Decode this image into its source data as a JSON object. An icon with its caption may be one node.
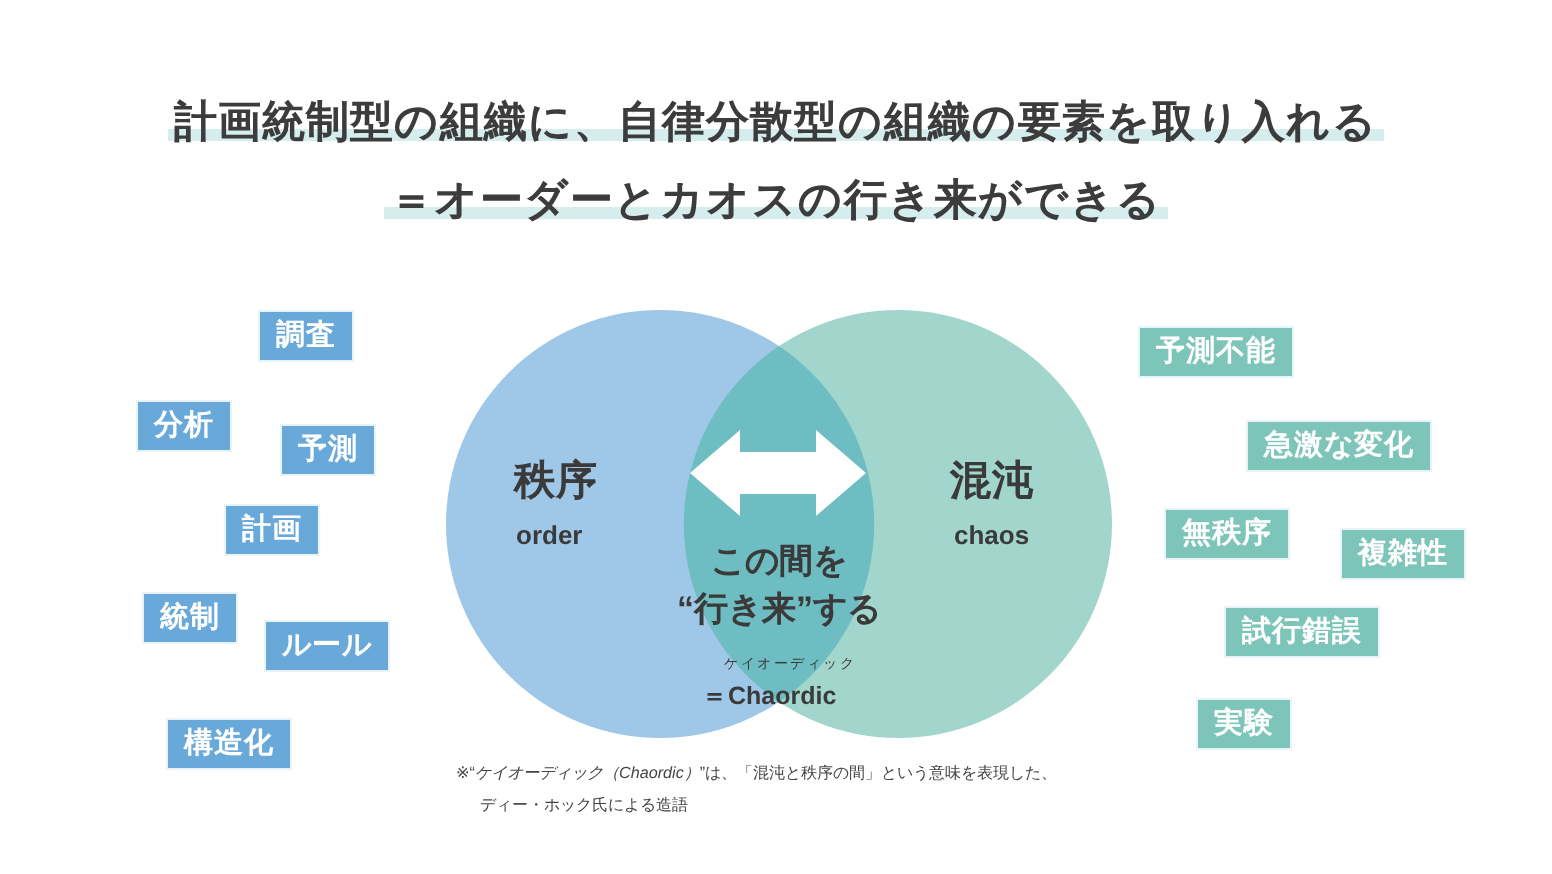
{
  "diagram": {
    "title": "計画統制型の組織に、自律分散型の組織の要素を取り入れる＝オーダーとカオスの行き来ができる",
    "nodes": [
      {
        "text": [
          "調査"
        ]
      },
      {
        "text": [
          "分析"
        ]
      },
      {
        "text": [
          "予測"
        ]
      },
      {
        "text": [
          "計画"
        ]
      },
      {
        "text": [
          "統制"
        ]
      },
      {
        "text": [
          "ルール"
        ]
      },
      {
        "text": [
          "構造化"
        ]
      },
      {
        "text": [
          "秩序",
          "order"
        ]
      },
      {
        "text": [
          "この間を“行き来”する"
        ]
      },
      {
        "text": [
          "混沌",
          "chaos"
        ]
      },
      {
        "text": [
          "予測不能"
        ]
      },
      {
        "text": [
          "急激な変化"
        ]
      },
      {
        "text": [
          "無秩序"
        ]
      },
      {
        "text": [
          "複雑性"
        ]
      },
      {
        "text": [
          "試行錯誤"
        ]
      },
      {
        "text": [
          "実験"
        ]
      }
    ],
    "labels": [
      "ケイオーディック",
      "＝Chaordic",
      "※“*ケイオーディック（Chaordic）*”は、「混沌と秩序の間」という意味を表現した、ディー・ホック氏による造語"
    ]
  }
}
